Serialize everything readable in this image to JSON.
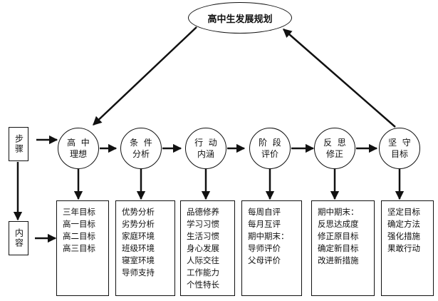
{
  "goal": "高中生发展规划",
  "side_labels": {
    "steps": "步骤",
    "content": "内容"
  },
  "steps": [
    {
      "line1": "高  中",
      "line2": "理想",
      "items": [
        "三年目标",
        "高一目标",
        "高二目标",
        "高三目标"
      ]
    },
    {
      "line1": "条  件",
      "line2": "分析",
      "items": [
        "优势分析",
        "劣势分析",
        "家庭环境",
        "班级环境",
        "寝室环境",
        "导师支持"
      ]
    },
    {
      "line1": "行  动",
      "line2": "内涵",
      "items": [
        "品德修养",
        "学习习惯",
        "生活习惯",
        "身心发展",
        "人际交往",
        "工作能力",
        "个性特长"
      ]
    },
    {
      "line1": "阶  段",
      "line2": "评价",
      "items": [
        "每周自评",
        "每月互评",
        "期中期末：",
        "导师评价",
        "父母评价"
      ]
    },
    {
      "line1": "反  思",
      "line2": "修正",
      "items": [
        "期中期末：",
        "反思达成度",
        "修正原目标",
        "确定新目标",
        "改进新措施"
      ]
    },
    {
      "line1": "坚  守",
      "line2": "目标",
      "items": [
        "坚定目标",
        "确定方法",
        "强化措施",
        "果敢行动"
      ]
    }
  ]
}
